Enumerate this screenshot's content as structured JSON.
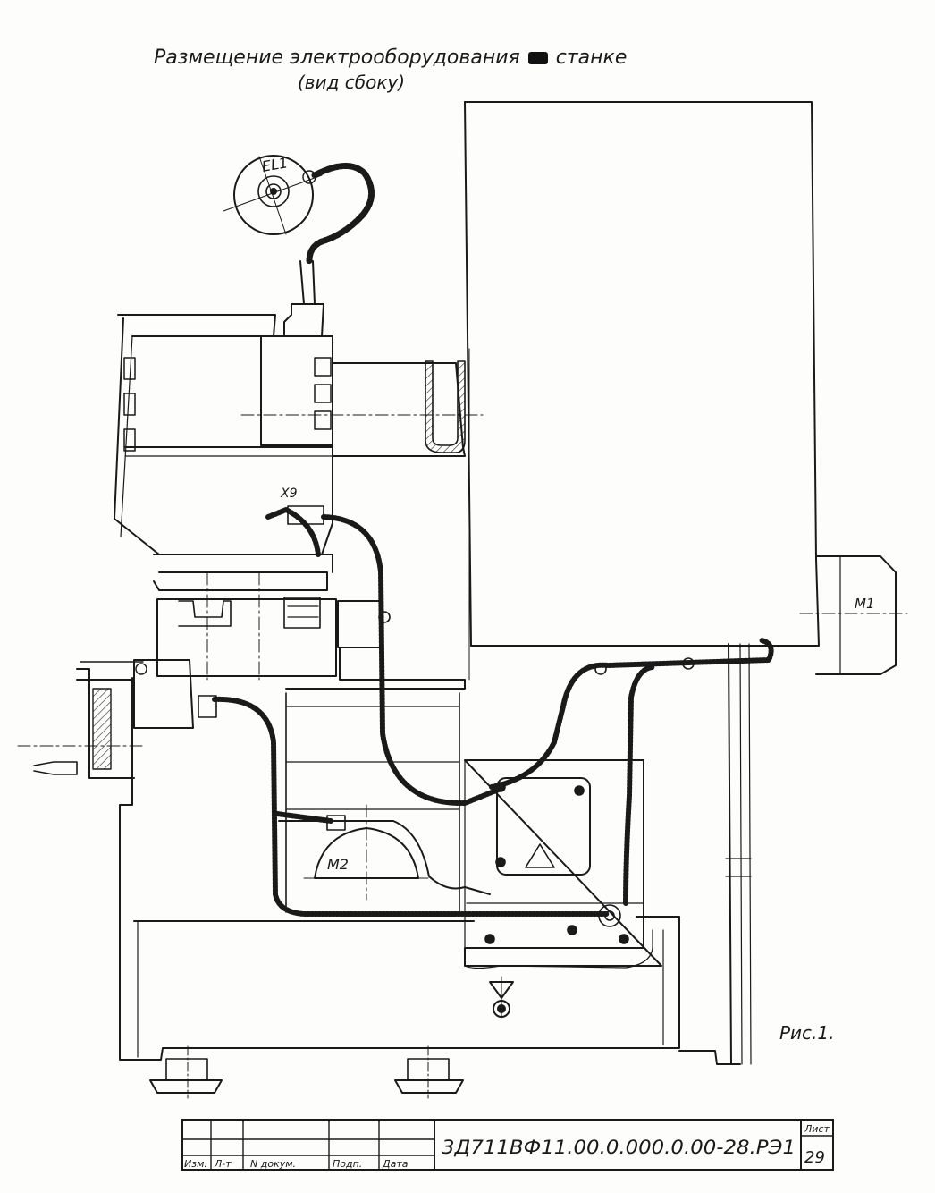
{
  "title": {
    "line1_before": "Размещение электрооборудования",
    "line1_after": "станке",
    "line2": "(вид сбоку)"
  },
  "labels": {
    "lamp": "EL1",
    "connector": "X9",
    "motor1": "M1",
    "motor2": "M2",
    "figure": "Рис.1."
  },
  "title_block": {
    "designation": "3Д711ВФ11.00.0.000.0.00-28.РЭ1",
    "sheet_label": "Лист",
    "sheet_number": "29",
    "columns": [
      "Изм.",
      "Л-т",
      "N докум.",
      "Подп.",
      "Дата"
    ]
  }
}
